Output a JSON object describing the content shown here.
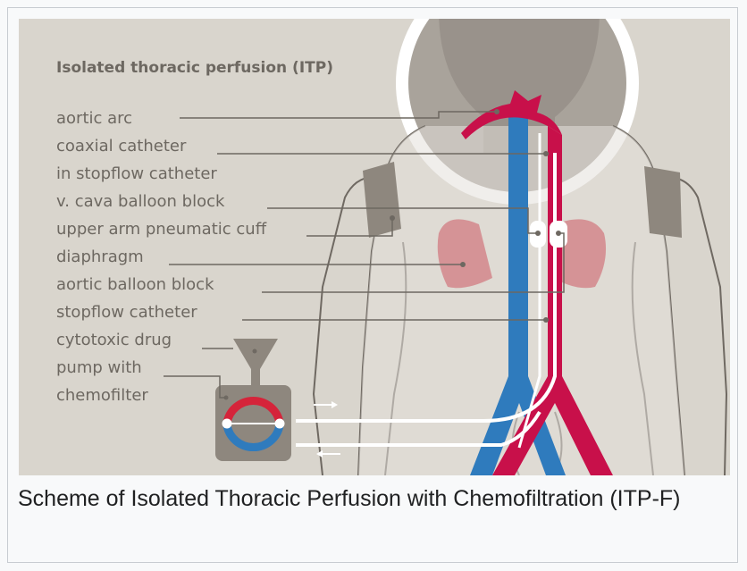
{
  "figure": {
    "title": "Isolated thoracic perfusion (ITP)",
    "labels": {
      "aortic_arc": "aortic arc",
      "coaxial_catheter": "coaxial catheter",
      "in_stopflow_catheter": "in stopflow catheter",
      "vcava_balloon_block": "v. cava balloon block",
      "upper_arm_cuff": "upper arm pneumatic cuff",
      "diaphragm": "diaphragm",
      "aortic_balloon_block": "aortic balloon block",
      "stopflow_catheter": "stopflow catheter",
      "cytotoxic_drug": "cytotoxic drug",
      "pump_with": "pump with",
      "chemofilter": "chemofilter"
    },
    "colors": {
      "background": "#d9d5cd",
      "body_outline": "#6f6962",
      "artery": "#c8104a",
      "vein": "#2f7bbd",
      "lungs": "#d4868b",
      "cuff": "#8e877e",
      "head_fill": "#a9a39b",
      "label_text": "#6d6861"
    }
  },
  "caption": "Scheme of Isolated Thoracic Perfusion with Chemofiltration (ITP-F)"
}
